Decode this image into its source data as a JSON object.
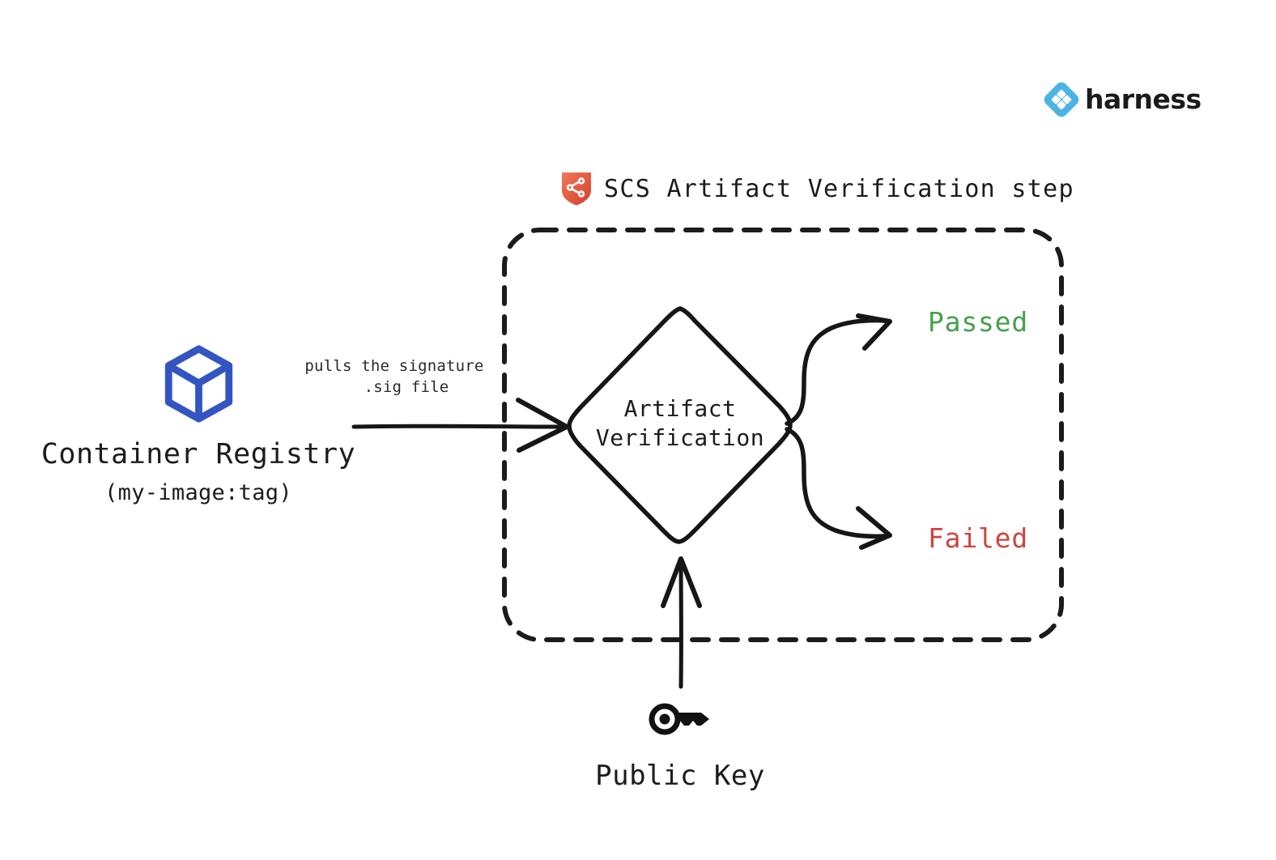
{
  "brand": {
    "name": "harness",
    "logo_icon": "harness-diamond-logo-icon",
    "logo_color": "#4cb3e4",
    "wordmark_color": "#1b1b1b"
  },
  "diagram": {
    "title": "SCS Artifact Verification step",
    "title_icon": "scs-shield-icon",
    "title_icon_color": "#e05a43",
    "boundary": {
      "style": "dashed",
      "shape": "rounded-rectangle",
      "color": "#1c1c1c"
    },
    "nodes": {
      "registry": {
        "icon": "container-cube-icon",
        "icon_color": "#3355c2",
        "label": "Container Registry",
        "sublabel": "(my-image:tag)"
      },
      "decision": {
        "shape": "diamond",
        "label_line1": "Artifact",
        "label_line2": "Verification"
      },
      "public_key": {
        "icon": "key-icon",
        "icon_color": "#111111",
        "label": "Public Key"
      }
    },
    "edges": [
      {
        "from": "registry",
        "to": "decision",
        "annotation_line1": "pulls the signature",
        "annotation_line2": ".sig file",
        "direction": "right"
      },
      {
        "from": "public_key",
        "to": "decision",
        "annotation_line1": "",
        "annotation_line2": "",
        "direction": "up"
      },
      {
        "from": "decision",
        "to": "passed",
        "annotation_line1": "",
        "annotation_line2": "",
        "direction": "up-right"
      },
      {
        "from": "decision",
        "to": "failed",
        "annotation_line1": "",
        "annotation_line2": "",
        "direction": "down-right"
      }
    ],
    "outcomes": [
      {
        "label": "Passed",
        "color": "#45a04a"
      },
      {
        "label": "Failed",
        "color": "#cf4340"
      }
    ]
  }
}
